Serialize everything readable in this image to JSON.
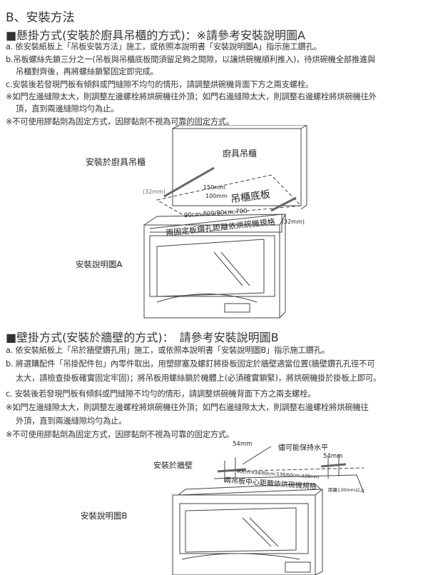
{
  "title": "B、安裝方法",
  "sectionA": {
    "heading": "■懸掛方式(安裝於廚具吊櫃的方式)：※請參考安裝說明圖A",
    "lines": [
      "a. 依安裝紙板上「吊板安裝方法」施工，或依照本說明書「安裝說明圖A」指示施工鑽孔。",
      "b.吊板螺絲先鎖三分之一(吊板與吊櫃底板間須留足夠之間隙，以讓烘碗機順利推入)，待烘碗機全部推進與",
      "吊櫃對齊後，再將螺絲鎖緊固定即完成。",
      "c.安裝後若發現門板有傾斜或門縫隙不均勻的情形，請調整烘碗機背面下方之兩支螺栓。",
      "※如門左邊縫隙太大，則調整左邊螺栓將烘碗機往外頂；如門右邊縫隙太大，則調整右邊螺栓將烘碗機往外",
      "頂，直到兩邊縫隙均勻為止。",
      "※不可使用膠黏劑為固定方式，因膠黏劑不視為可靠的固定方式。"
    ],
    "diagram": {
      "label_install": "安裝於廚具吊櫃",
      "label_cabinet": "廚具吊櫃",
      "label_bottom": "吊櫃底板",
      "dim_150": "150mm",
      "dim_100": "100mm",
      "dim_32_left": "(32mm)",
      "dim_32_right": "(32mm)",
      "dim_widths": "90cm:800/80cm:700",
      "note": "兩固定板鑽孔距離依烘碗機規格",
      "caption": "安裝說明圖A"
    }
  },
  "sectionB": {
    "heading": "■壁掛方式(安裝於牆壁的方式)：　請參考安裝說明圖B",
    "lines": [
      "a. 依安裝紙板上「吊於牆壁鑽孔用」施工，或依照本說明書「安裝說明圖B」指示施工鑽孔。",
      "b. 將選購配件「吊掛配件包」內零件取出，用塑膠塞及螺釘將掛板固定於牆壁適當位置(牆壁鑽孔孔徑不可",
      "太大，請檢查掛板確實固定牢固)；將吊板用螺絲鎖於機體上(必須確實鎖緊)，將烘碗機掛於掛板上即可。",
      "c. 安裝後若發現門板有傾斜或門縫隙不均勻的情形，請調整烘碗機背面下方之兩支螺栓。",
      "※如門左邊縫隙太大，則調整左邊螺栓將烘碗機往外頂；如門右邊縫隙太大，則調整右邊螺栓將烘碗機往",
      "外頂，直到兩邊縫隙均勻為止。",
      "※不可使用膠黏劑為固定方式，因膠黏劑不視為可靠的固定方式。"
    ],
    "diagram": {
      "label_install": "安裝於牆壁",
      "label_level": "儘可能保持水平",
      "dim_54_left": "54mm",
      "dim_54_right": "54mm",
      "dim_widths": "90cm:638/80cm:538/60cm:338mm",
      "note": "兩吊板中心距離依烘碗機規格",
      "dim_side": "距離130mm以上",
      "caption": "安裝說明圖B"
    }
  }
}
